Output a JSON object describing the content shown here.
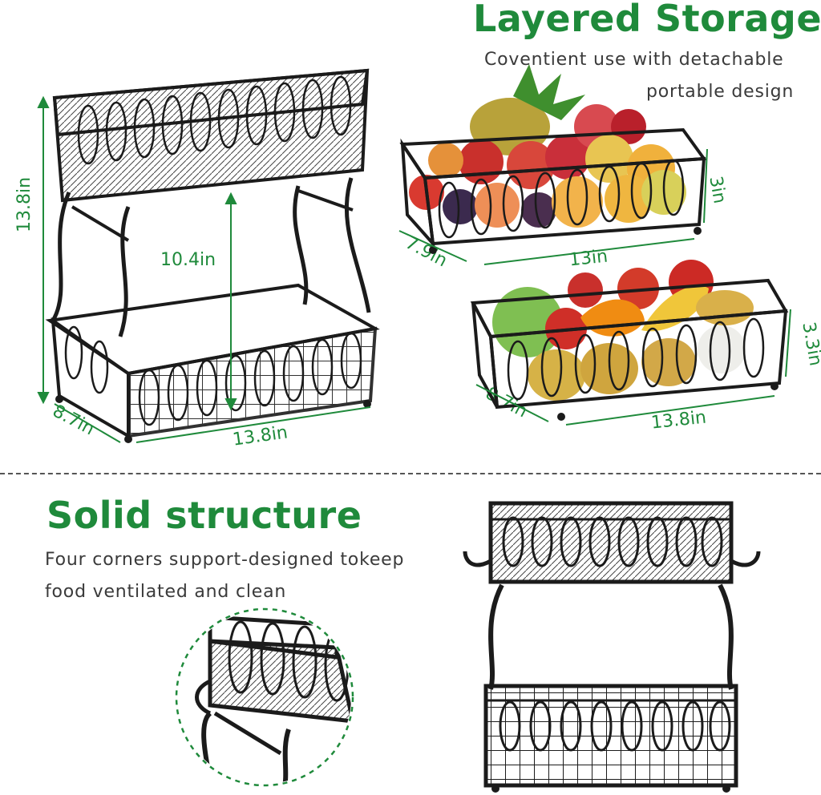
{
  "top": {
    "title": "Layered Storage",
    "subtitle_line1": "Coventient use with detachable",
    "subtitle_line2": "portable design"
  },
  "bottom": {
    "title": "Solid structure",
    "subtitle_line1": "Four corners support-designed tokeep",
    "subtitle_line2": "food ventilated and clean"
  },
  "dimensions": {
    "rack_height": "13.8in",
    "shelf_gap": "10.4in",
    "rack_depth": "8.7in",
    "rack_width": "13.8in",
    "upper_basket_depth": "7.9in",
    "upper_basket_width": "13in",
    "upper_basket_height": "3in",
    "lower_basket_depth": "8.7in",
    "lower_basket_width": "13.8in",
    "lower_basket_height": "3.3in"
  },
  "colors": {
    "accent_green": "#1f8a3b",
    "metal": "#1b1b1b"
  }
}
